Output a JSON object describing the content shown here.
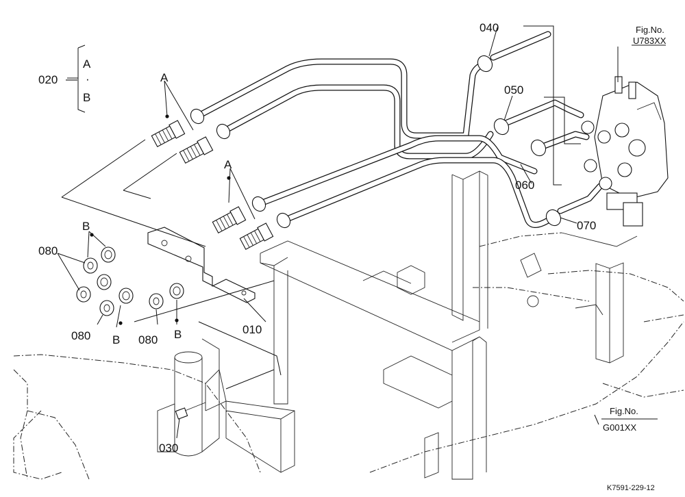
{
  "labels": {
    "p010": "010",
    "p020": "020",
    "p030": "030",
    "p040": "040",
    "p050": "050",
    "p060": "060",
    "p070": "070",
    "p080_a": "080",
    "p080_b": "080",
    "p080_c": "080",
    "ref_a_top": "A",
    "ref_a_mid": "A",
    "ref_b_left": "B",
    "ref_b_bottom": "B",
    "ref_b_right": "B",
    "set_a": "A",
    "set_dot": "·",
    "set_b": "B",
    "dash_020": "—"
  },
  "figures": {
    "fig1_title": "Fig.No.",
    "fig1_code": "U783XX",
    "fig2_title": "Fig.No.",
    "fig2_code": "G001XX"
  },
  "drawing_code": "K7591-229-12"
}
